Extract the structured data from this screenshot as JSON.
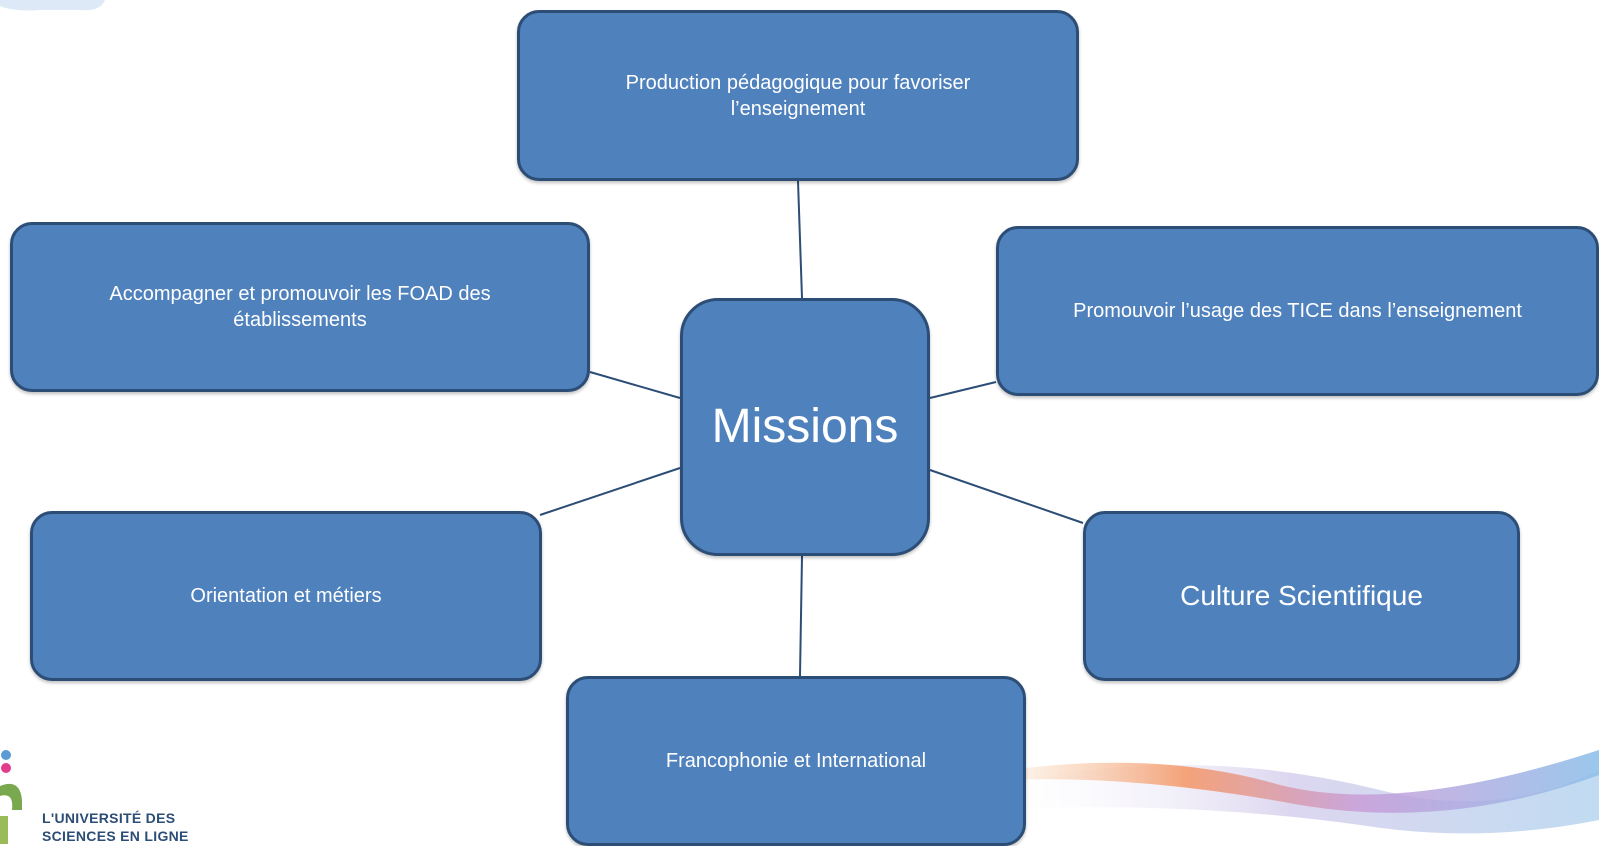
{
  "diagram": {
    "center": "Missions",
    "top": "Production pédagogique pour favoriser l’enseignement",
    "left": "Accompagner et promouvoir les FOAD des établissements",
    "right": "Promouvoir l’usage des TICE dans l’enseignement",
    "lower_left": "Orientation et métiers",
    "lower_right": "Culture Scientifique",
    "bottom": "Francophonie et International"
  },
  "logo": {
    "line1": "L'UNIVERSITÉ DES",
    "line2": "SCIENCES EN LIGNE"
  },
  "colors": {
    "node_fill": "#4f81bd",
    "node_border": "#2c4d75",
    "connector": "#2c4d75",
    "text": "#ffffff"
  }
}
